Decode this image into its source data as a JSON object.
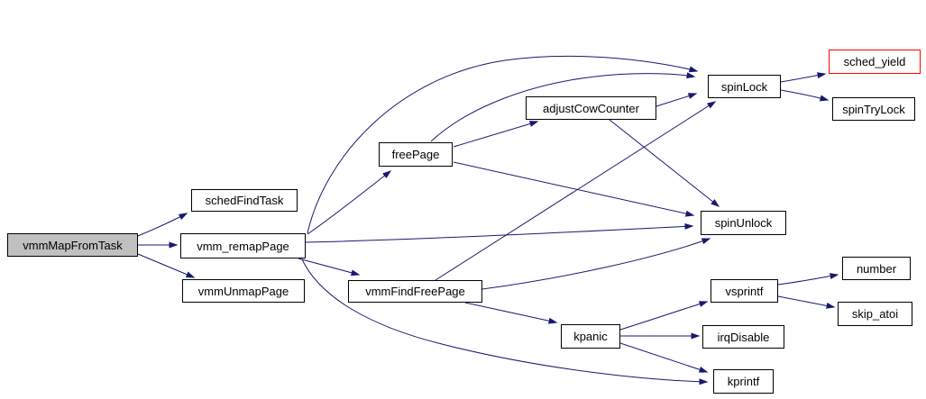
{
  "diagram": {
    "type": "call-graph",
    "colors": {
      "edge": "#191970",
      "node_border": "#000000",
      "node_fill": "#ffffff",
      "root_node_fill": "#c0c0c0",
      "highlight_border": "#ff0000",
      "text": "#000000",
      "background": "#ffffff"
    },
    "nodes": [
      {
        "id": "vmmMapFromTask",
        "label": "vmmMapFromTask",
        "style": "root"
      },
      {
        "id": "schedFindTask",
        "label": "schedFindTask",
        "style": "normal"
      },
      {
        "id": "vmm_remapPage",
        "label": "vmm_remapPage",
        "style": "normal"
      },
      {
        "id": "vmmUnmapPage",
        "label": "vmmUnmapPage",
        "style": "normal"
      },
      {
        "id": "freePage",
        "label": "freePage",
        "style": "normal"
      },
      {
        "id": "adjustCowCounter",
        "label": "adjustCowCounter",
        "style": "normal"
      },
      {
        "id": "spinLock",
        "label": "spinLock",
        "style": "normal"
      },
      {
        "id": "sched_yield",
        "label": "sched_yield",
        "style": "highlight"
      },
      {
        "id": "spinTryLock",
        "label": "spinTryLock",
        "style": "normal"
      },
      {
        "id": "spinUnlock",
        "label": "spinUnlock",
        "style": "normal"
      },
      {
        "id": "vmmFindFreePage",
        "label": "vmmFindFreePage",
        "style": "normal"
      },
      {
        "id": "vsprintf",
        "label": "vsprintf",
        "style": "normal"
      },
      {
        "id": "number",
        "label": "number",
        "style": "normal"
      },
      {
        "id": "skip_atoi",
        "label": "skip_atoi",
        "style": "normal"
      },
      {
        "id": "kpanic",
        "label": "kpanic",
        "style": "normal"
      },
      {
        "id": "irqDisable",
        "label": "irqDisable",
        "style": "normal"
      },
      {
        "id": "kprintf",
        "label": "kprintf",
        "style": "normal"
      }
    ],
    "edges": [
      {
        "from": "vmmMapFromTask",
        "to": "schedFindTask"
      },
      {
        "from": "vmmMapFromTask",
        "to": "vmm_remapPage"
      },
      {
        "from": "vmmMapFromTask",
        "to": "vmmUnmapPage"
      },
      {
        "from": "vmm_remapPage",
        "to": "freePage"
      },
      {
        "from": "vmm_remapPage",
        "to": "spinLock"
      },
      {
        "from": "vmm_remapPage",
        "to": "spinUnlock"
      },
      {
        "from": "vmm_remapPage",
        "to": "vmmFindFreePage"
      },
      {
        "from": "vmm_remapPage",
        "to": "kprintf"
      },
      {
        "from": "freePage",
        "to": "adjustCowCounter"
      },
      {
        "from": "freePage",
        "to": "spinLock"
      },
      {
        "from": "freePage",
        "to": "spinUnlock"
      },
      {
        "from": "adjustCowCounter",
        "to": "spinLock"
      },
      {
        "from": "adjustCowCounter",
        "to": "spinUnlock"
      },
      {
        "from": "vmmFindFreePage",
        "to": "spinLock"
      },
      {
        "from": "vmmFindFreePage",
        "to": "spinUnlock"
      },
      {
        "from": "vmmFindFreePage",
        "to": "kpanic"
      },
      {
        "from": "kpanic",
        "to": "vsprintf"
      },
      {
        "from": "kpanic",
        "to": "irqDisable"
      },
      {
        "from": "kpanic",
        "to": "kprintf"
      },
      {
        "from": "vsprintf",
        "to": "number"
      },
      {
        "from": "vsprintf",
        "to": "skip_atoi"
      },
      {
        "from": "spinLock",
        "to": "sched_yield"
      },
      {
        "from": "spinLock",
        "to": "spinTryLock"
      }
    ]
  }
}
